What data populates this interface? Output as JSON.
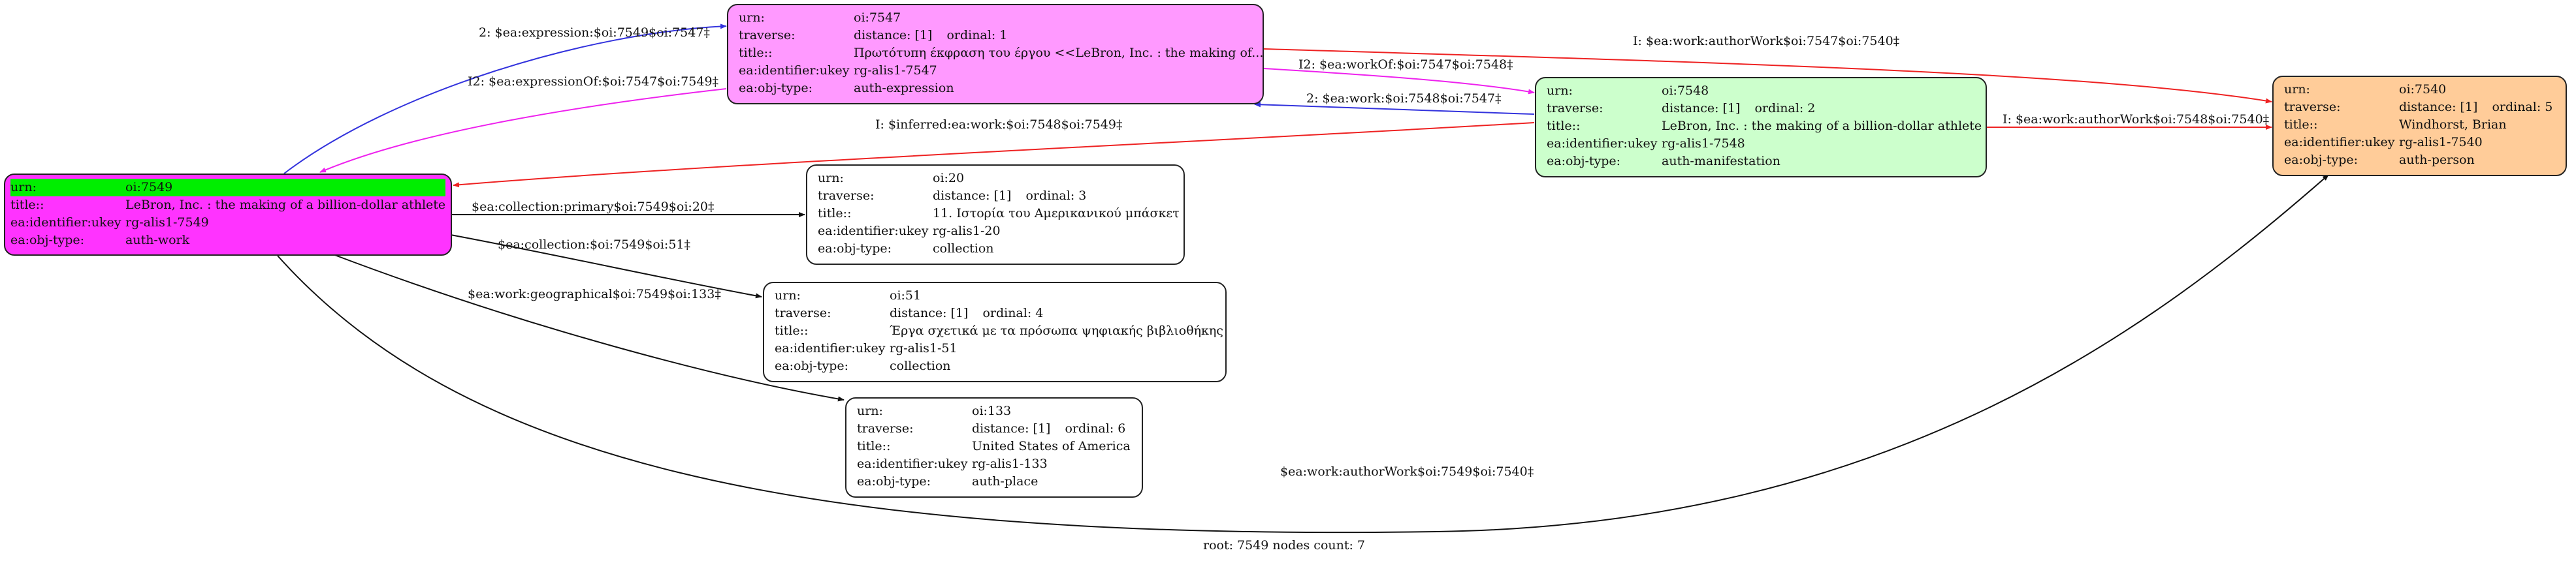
{
  "nodes": {
    "n7549": {
      "urn_label": "urn:",
      "urn": "oi:7549",
      "title_label": "title::",
      "title": "LeBron, Inc. : the making of a billion-dollar athlete",
      "ukey_label": "ea:identifier:ukey",
      "ukey": "rg-alis1-7549",
      "type_label": "ea:obj-type:",
      "type": "auth-work",
      "fill": "#ff33ff",
      "highlight": "#00ee00"
    },
    "n7547": {
      "urn_label": "urn:",
      "urn": "oi:7547",
      "traverse_label": "traverse:",
      "distance": "distance: [1]",
      "ordinal": "ordinal: 1",
      "title_label": "title::",
      "title": "Πρωτότυπη έκφραση του έργου <<LeBron, Inc. : the making of...",
      "ukey_label": "ea:identifier:ukey",
      "ukey": "rg-alis1-7547",
      "type_label": "ea:obj-type:",
      "type": "auth-expression",
      "fill": "#ff99ff"
    },
    "n7548": {
      "urn_label": "urn:",
      "urn": "oi:7548",
      "traverse_label": "traverse:",
      "distance": "distance: [1]",
      "ordinal": "ordinal: 2",
      "title_label": "title::",
      "title": "LeBron, Inc. : the making of a billion-dollar athlete",
      "ukey_label": "ea:identifier:ukey",
      "ukey": "rg-alis1-7548",
      "type_label": "ea:obj-type:",
      "type": "auth-manifestation",
      "fill": "#ccffcc"
    },
    "n7540": {
      "urn_label": "urn:",
      "urn": "oi:7540",
      "traverse_label": "traverse:",
      "distance": "distance: [1]",
      "ordinal": "ordinal: 5",
      "title_label": "title::",
      "title": "Windhorst, Brian",
      "ukey_label": "ea:identifier:ukey",
      "ukey": "rg-alis1-7540",
      "type_label": "ea:obj-type:",
      "type": "auth-person",
      "fill": "#ffcc99"
    },
    "n20": {
      "urn_label": "urn:",
      "urn": "oi:20",
      "traverse_label": "traverse:",
      "distance": "distance: [1]",
      "ordinal": "ordinal: 3",
      "title_label": "title::",
      "title": "11. Ιστορία του Αμερικανικού μπάσκετ",
      "ukey_label": "ea:identifier:ukey",
      "ukey": "rg-alis1-20",
      "type_label": "ea:obj-type:",
      "type": "collection",
      "fill": "#ffffff"
    },
    "n51": {
      "urn_label": "urn:",
      "urn": "oi:51",
      "traverse_label": "traverse:",
      "distance": "distance: [1]",
      "ordinal": "ordinal: 4",
      "title_label": "title::",
      "title": "Έργα σχετικά με τα πρόσωπα ψηφιακής βιβλιοθήκης",
      "ukey_label": "ea:identifier:ukey",
      "ukey": "rg-alis1-51",
      "type_label": "ea:obj-type:",
      "type": "collection",
      "fill": "#ffffff"
    },
    "n133": {
      "urn_label": "urn:",
      "urn": "oi:133",
      "traverse_label": "traverse:",
      "distance": "distance: [1]",
      "ordinal": "ordinal: 6",
      "title_label": "title::",
      "title": "United States of America",
      "ukey_label": "ea:identifier:ukey",
      "ukey": "rg-alis1-133",
      "type_label": "ea:obj-type:",
      "type": "auth-place",
      "fill": "#ffffff"
    }
  },
  "edges": {
    "e_expression": {
      "label": "2: $ea:expression:$oi:7549$oi:7547‡",
      "color": "#3333dd"
    },
    "e_expressionOf": {
      "label": "I2: $ea:expressionOf:$oi:7547$oi:7549‡",
      "color": "#ee22ee"
    },
    "e_authorWork_7547": {
      "label": "I: $ea:work:authorWork$oi:7547$oi:7540‡",
      "color": "#ee2222"
    },
    "e_workOf": {
      "label": "I2: $ea:workOf:$oi:7547$oi:7548‡",
      "color": "#ee22ee"
    },
    "e_work": {
      "label": "2: $ea:work:$oi:7548$oi:7547‡",
      "color": "#3333dd"
    },
    "e_inferred": {
      "label": "I: $inferred:ea:work:$oi:7548$oi:7549‡",
      "color": "#ee2222"
    },
    "e_authorWork_7548": {
      "label": "I: $ea:work:authorWork$oi:7548$oi:7540‡",
      "color": "#ee2222"
    },
    "e_collection_primary": {
      "label": "$ea:collection:primary$oi:7549$oi:20‡",
      "color": "#111111"
    },
    "e_collection": {
      "label": "$ea:collection:$oi:7549$oi:51‡",
      "color": "#111111"
    },
    "e_geographical": {
      "label": "$ea:work:geographical$oi:7549$oi:133‡",
      "color": "#111111"
    },
    "e_authorWork_7549": {
      "label": "$ea:work:authorWork$oi:7549$oi:7540‡",
      "color": "#111111"
    }
  },
  "footer": {
    "text": "root: 7549 nodes count: 7"
  }
}
